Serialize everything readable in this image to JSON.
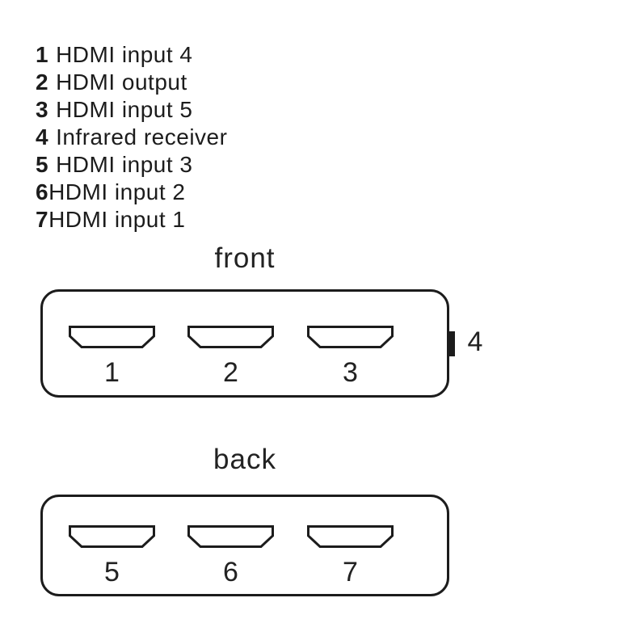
{
  "colors": {
    "background": "#ffffff",
    "ink": "#1c1c1c"
  },
  "legend": {
    "items": [
      {
        "num": "1",
        "label": "HDMI input 4"
      },
      {
        "num": "2",
        "label": "HDMI output"
      },
      {
        "num": "3",
        "label": "HDMI input 5"
      },
      {
        "num": "4",
        "label": "Infrared receiver"
      },
      {
        "num": "5",
        "label": "HDMI input 3"
      },
      {
        "num": "6",
        "label": "HDMI input 2"
      },
      {
        "num": "7",
        "label": "HDMI input 1"
      }
    ]
  },
  "front": {
    "title": "front",
    "port_numbers": [
      "1",
      "2",
      "3"
    ],
    "ir_receiver_label": "4"
  },
  "back": {
    "title": "back",
    "port_numbers": [
      "5",
      "6",
      "7"
    ]
  }
}
